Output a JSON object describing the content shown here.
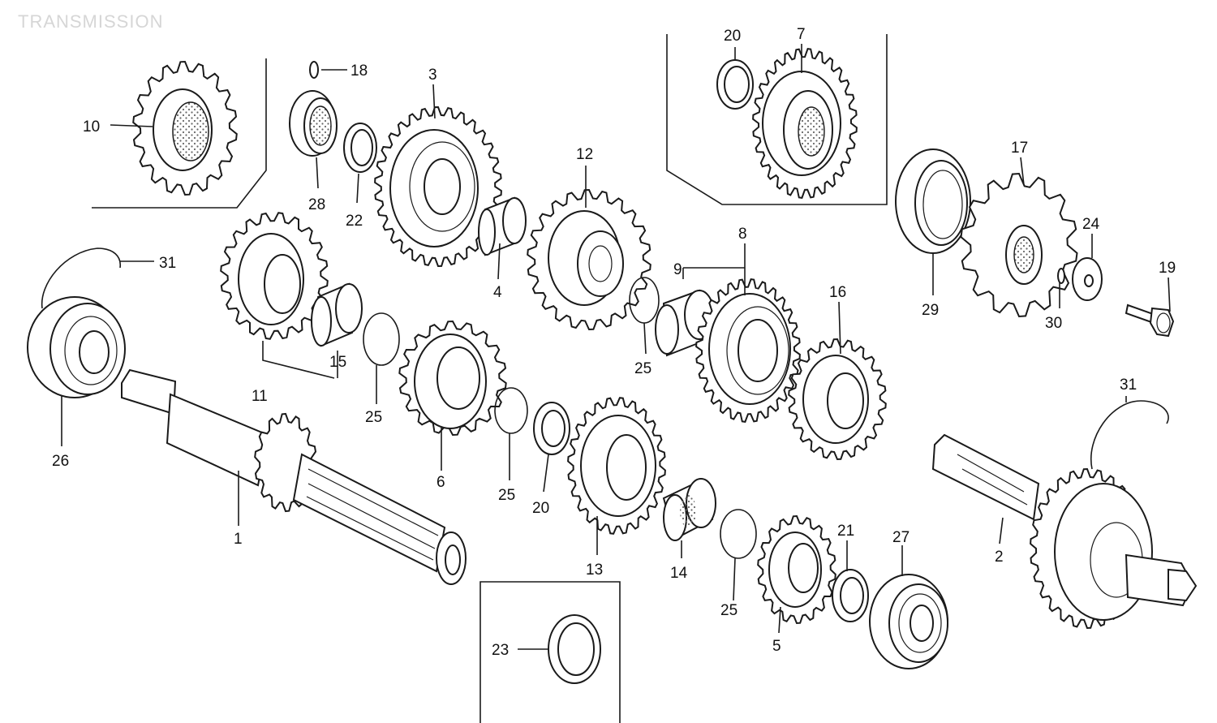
{
  "header": {
    "watermark": "TRANSMISSION"
  },
  "labels": [
    {
      "id": "c1",
      "text": "10"
    },
    {
      "id": "c2",
      "text": "18"
    },
    {
      "id": "c3",
      "text": "28"
    },
    {
      "id": "c4",
      "text": "22"
    },
    {
      "id": "c5",
      "text": "3"
    },
    {
      "id": "c6",
      "text": "4"
    },
    {
      "id": "c7",
      "text": "12"
    },
    {
      "id": "c8",
      "text": "20"
    },
    {
      "id": "c9",
      "text": "7"
    },
    {
      "id": "c10",
      "text": "17"
    },
    {
      "id": "c11",
      "text": "29"
    },
    {
      "id": "c12",
      "text": "24"
    },
    {
      "id": "c13",
      "text": "30"
    },
    {
      "id": "c14",
      "text": "19"
    },
    {
      "id": "c15",
      "text": "31"
    },
    {
      "id": "c16",
      "text": "26"
    },
    {
      "id": "c17",
      "text": "11"
    },
    {
      "id": "c18",
      "text": "15"
    },
    {
      "id": "c19",
      "text": "25"
    },
    {
      "id": "c20",
      "text": "9"
    },
    {
      "id": "c21",
      "text": "8"
    },
    {
      "id": "c22",
      "text": "25"
    },
    {
      "id": "c23",
      "text": "16"
    },
    {
      "id": "c24",
      "text": "6"
    },
    {
      "id": "c25",
      "text": "25"
    },
    {
      "id": "c26",
      "text": "20"
    },
    {
      "id": "c27",
      "text": "13"
    },
    {
      "id": "c28",
      "text": "14"
    },
    {
      "id": "c29",
      "text": "25"
    },
    {
      "id": "c30",
      "text": "21"
    },
    {
      "id": "c31",
      "text": "27"
    },
    {
      "id": "c32",
      "text": "5"
    },
    {
      "id": "c33",
      "text": "1"
    },
    {
      "id": "c34",
      "text": "2"
    },
    {
      "id": "c35",
      "text": "31"
    },
    {
      "id": "c36",
      "text": "23"
    }
  ]
}
